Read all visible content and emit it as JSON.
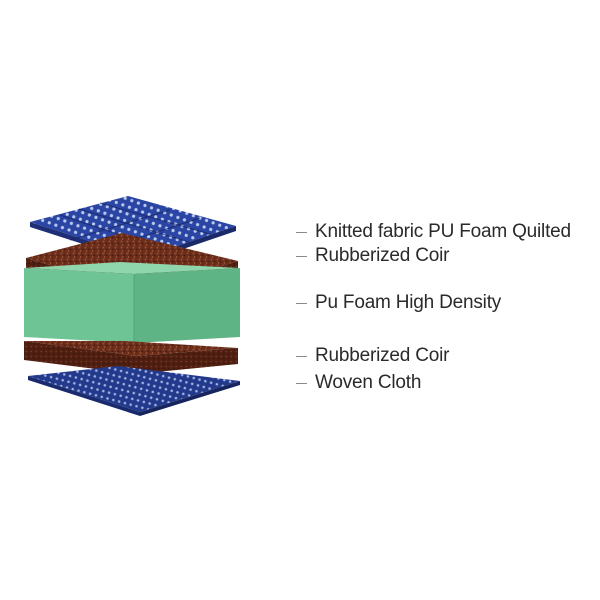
{
  "layers": [
    {
      "label": "Knitted fabric PU Foam Quilted",
      "material": "quilted-fabric",
      "color": "#2d48a6"
    },
    {
      "label": "Rubberized Coir",
      "material": "coir",
      "color": "#6b2e1c"
    },
    {
      "label": "Pu Foam High Density",
      "material": "foam",
      "color": "#6fc496"
    },
    {
      "label": "Rubberized Coir",
      "material": "coir",
      "color": "#6b2e1c"
    },
    {
      "label": "Woven Cloth",
      "material": "woven-cloth",
      "color": "#2d48a6"
    }
  ]
}
